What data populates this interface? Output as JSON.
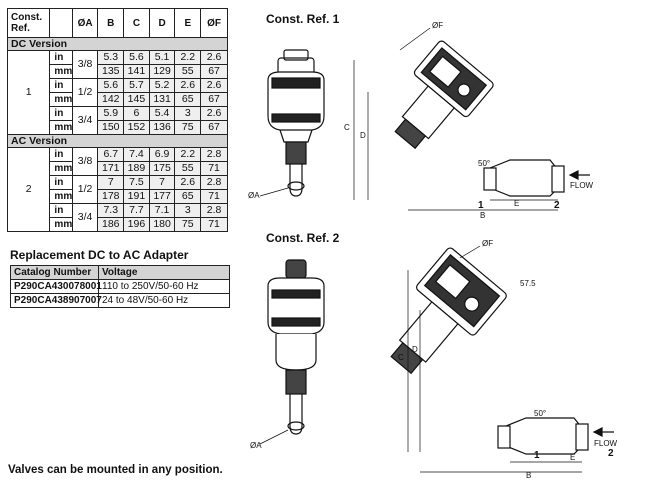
{
  "table": {
    "headers": {
      "const_ref": "Const. Ref.",
      "a": "ØA",
      "b": "B",
      "c": "C",
      "d": "D",
      "e": "E",
      "f": "ØF"
    },
    "sections": [
      {
        "title": "DC Version",
        "ref": "1",
        "groups": [
          {
            "size": "3/8",
            "in": [
              "5.3",
              "5.6",
              "5.1",
              "2.2",
              "2.6"
            ],
            "mm": [
              "135",
              "141",
              "129",
              "55",
              "67"
            ]
          },
          {
            "size": "1/2",
            "in": [
              "5.6",
              "5.7",
              "5.2",
              "2.6",
              "2.6"
            ],
            "mm": [
              "142",
              "145",
              "131",
              "65",
              "67"
            ]
          },
          {
            "size": "3/4",
            "in": [
              "5.9",
              "6",
              "5.4",
              "3",
              "2.6"
            ],
            "mm": [
              "150",
              "152",
              "136",
              "75",
              "67"
            ]
          }
        ]
      },
      {
        "title": "AC Version",
        "ref": "2",
        "groups": [
          {
            "size": "3/8",
            "in": [
              "6.7",
              "7.4",
              "6.9",
              "2.2",
              "2.8"
            ],
            "mm": [
              "171",
              "189",
              "175",
              "55",
              "71"
            ]
          },
          {
            "size": "1/2",
            "in": [
              "7",
              "7.5",
              "7",
              "2.6",
              "2.8"
            ],
            "mm": [
              "178",
              "191",
              "177",
              "65",
              "71"
            ]
          },
          {
            "size": "3/4",
            "in": [
              "7.3",
              "7.7",
              "7.1",
              "3",
              "2.8"
            ],
            "mm": [
              "186",
              "196",
              "180",
              "75",
              "71"
            ]
          }
        ]
      }
    ],
    "unit_in": "in",
    "unit_mm": "mm"
  },
  "adapter": {
    "title": "Replacement DC to AC Adapter",
    "headers": [
      "Catalog Number",
      "Voltage"
    ],
    "rows": [
      [
        "P290CA430078001",
        "110 to 250V/50-60 Hz"
      ],
      [
        "P290CA438907007",
        "24 to 48V/50-60 Hz"
      ]
    ]
  },
  "note": "Valves can be mounted in any position.",
  "diagrams": {
    "const1": "Const. Ref. 1",
    "const2": "Const. Ref. 2",
    "label_a": "ØA",
    "label_b": "B",
    "label_c": "C",
    "label_d": "D",
    "label_e": "E",
    "label_f": "ØF",
    "flow": "FLOW",
    "port1": "1",
    "port2": "2",
    "angle": "50°",
    "dim_57": "57.5"
  }
}
